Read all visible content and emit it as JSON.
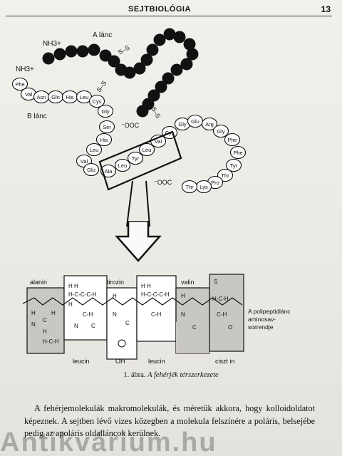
{
  "header": {
    "title": "SEJTBIOLÓGIA",
    "page_number": "13"
  },
  "diagram": {
    "chain_a_label": "A lánc",
    "chain_b_label": "B lánc",
    "nh3_a": "NH3+",
    "nh3_b": "NH3+",
    "b_chain_row1": [
      "Phe",
      "Val",
      "Asn",
      "Gln",
      "His",
      "Leu",
      "Cys"
    ],
    "b_chain_rest": [
      "Gly",
      "Ser",
      "His",
      "Leu",
      "Val",
      "Glu",
      "Ala",
      "Leu",
      "Tyr",
      "Leu",
      "Val",
      "Cys",
      "Gly",
      "Glu",
      "Arg",
      "Gly",
      "Phe",
      "Phe",
      "Tyr",
      "Thr",
      "Pro",
      "Lys",
      "Thr"
    ],
    "ss": "S–S",
    "coo_a": "⁻OOC",
    "coo_b": "⁻OOC"
  },
  "structure": {
    "top_labels": [
      "alanin",
      "tirozin",
      "valin"
    ],
    "bottom_labels": [
      "leucin",
      "leucin",
      "OH",
      "ciszt in"
    ],
    "side_label": [
      "A polipeptidlánc",
      "aminosav-",
      "sorrendje"
    ]
  },
  "caption": {
    "lead": "1. ábra.",
    "title": "A fehérjék térszerkezete"
  },
  "body_text": "A fehérjemolekulák makromolekulák, és méretük akkora, hogy kolloidoldatot képeznek. A sejtben lévő vizes közegben a molekula felszínére a poláris, belsejébe pedig az apoláris oldalláncok kerülnek.",
  "watermark": "Antikvárium.hu"
}
